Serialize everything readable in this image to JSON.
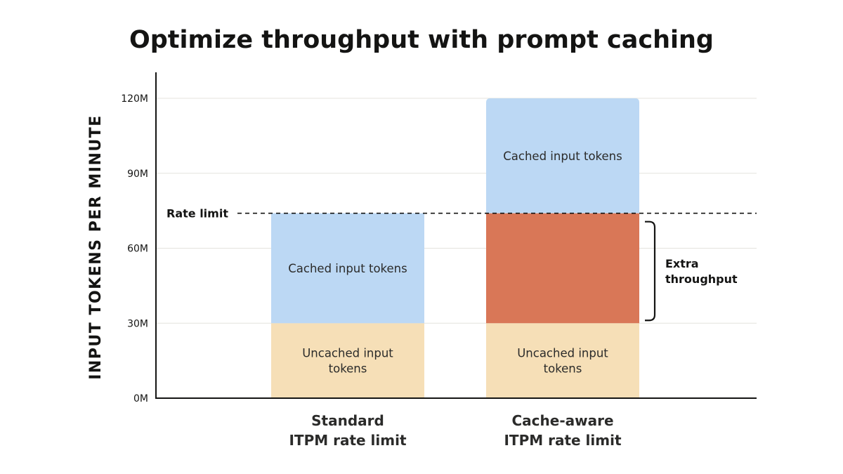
{
  "chart_data": {
    "type": "bar",
    "stacked": true,
    "title": "Optimize throughput with prompt caching",
    "ylabel": "INPUT TOKENS PER MINUTE",
    "ylim": [
      0,
      120
    ],
    "yticks": [
      0,
      30,
      60,
      90,
      120
    ],
    "ytick_labels": [
      "0M",
      "30M",
      "60M",
      "90M",
      "120M"
    ],
    "grid": true,
    "categories": [
      [
        "Standard",
        "ITPM rate limit"
      ],
      [
        "Cache-aware",
        "ITPM rate limit"
      ]
    ],
    "series": [
      {
        "name": "Uncached input tokens",
        "color": "#F6DFB7",
        "values": [
          30,
          30
        ],
        "labels": [
          [
            "Uncached input",
            "tokens"
          ],
          [
            "Uncached input",
            "tokens"
          ]
        ]
      },
      {
        "name": "",
        "color": "#D97757",
        "values": [
          0,
          44
        ],
        "labels": [
          [],
          []
        ]
      },
      {
        "name": "Cached input tokens",
        "color": "#BCD8F4",
        "values": [
          44,
          46
        ],
        "labels": [
          [
            "Cached input tokens"
          ],
          [
            "Cached input tokens"
          ]
        ]
      }
    ],
    "reference_line": {
      "label": "Rate limit",
      "value": 74,
      "style": "dashed"
    },
    "annotation": {
      "lines": [
        "Extra",
        "throughput"
      ],
      "from": 30,
      "to": 74,
      "bar_index": 1
    }
  }
}
